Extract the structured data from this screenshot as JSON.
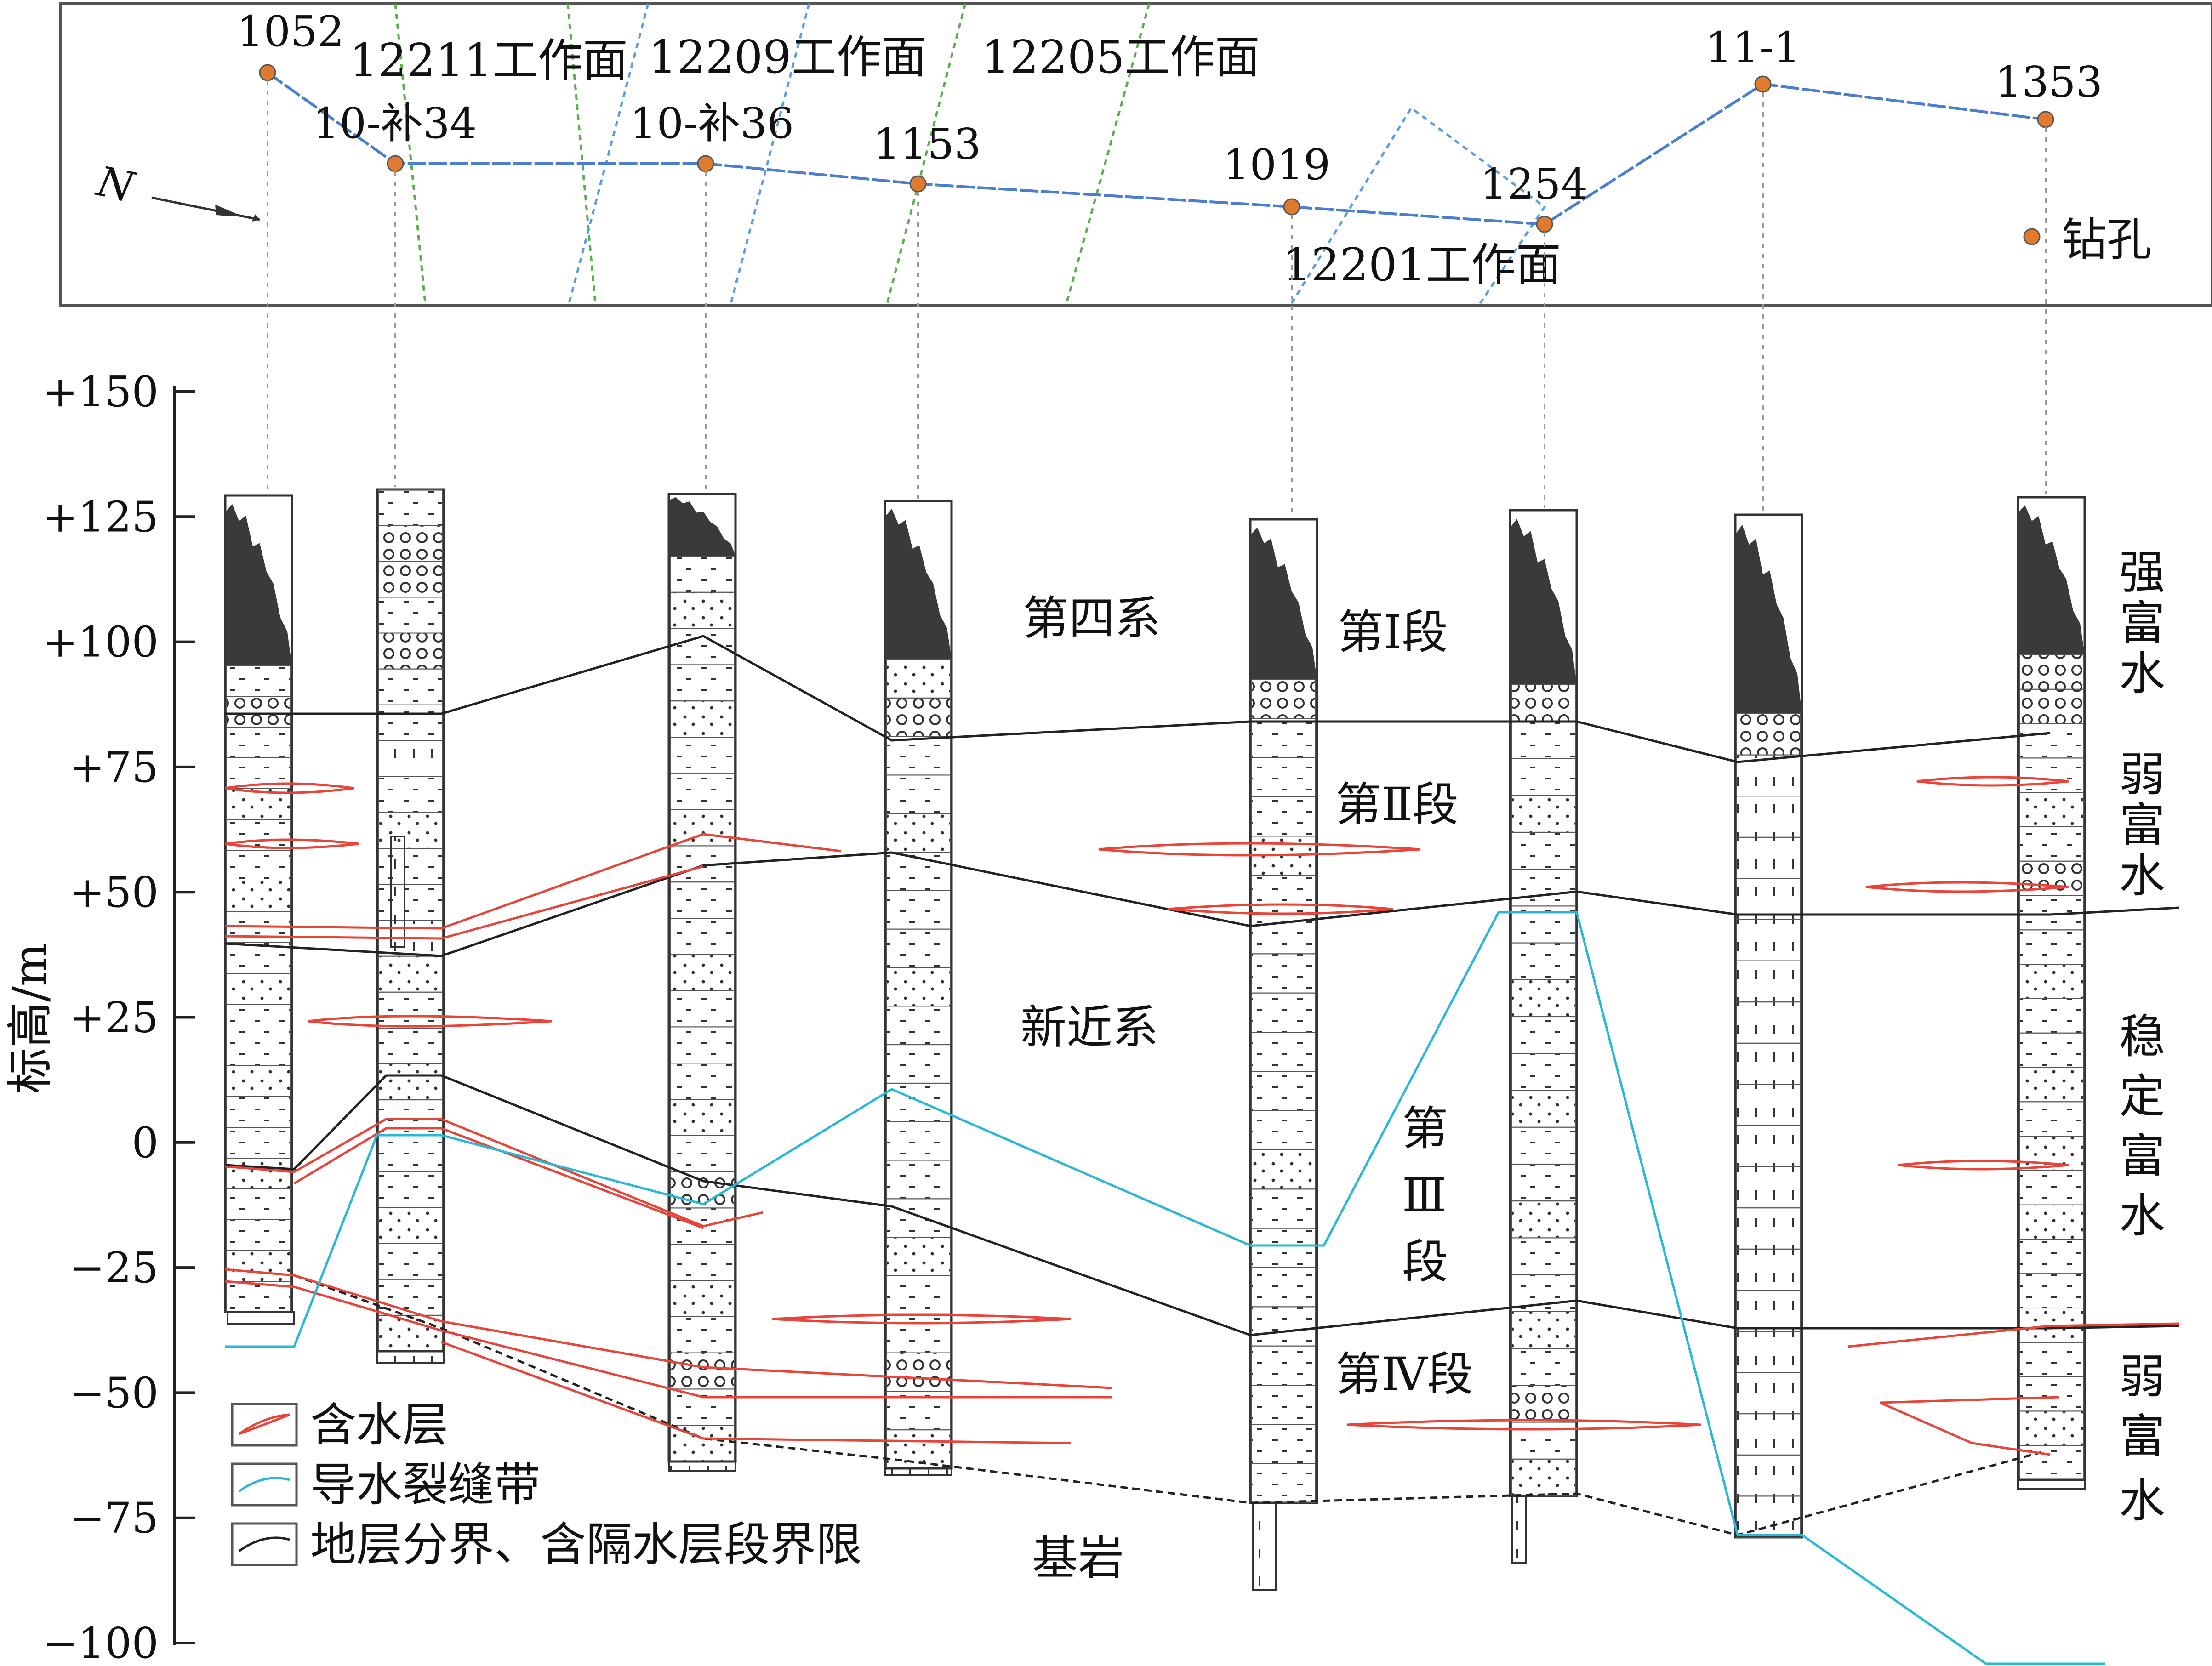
{
  "plan_view": {
    "north_label": "N",
    "boreholes": [
      "1052",
      "10-补34",
      "10-补36",
      "1153",
      "1019",
      "1254",
      "11-1",
      "1353"
    ],
    "working_faces": [
      "12211工作面",
      "12209工作面",
      "12205工作面",
      "12201工作面"
    ],
    "legend_borehole": "钻孔"
  },
  "section": {
    "y_axis_title": "标高/m",
    "y_ticks": [
      "+150",
      "+125",
      "+100",
      "+75",
      "+50",
      "+25",
      "0",
      "−25",
      "−50",
      "−75",
      "−100"
    ],
    "labels": {
      "quaternary": "第四系",
      "neogene": "新近系",
      "bedrock": "基岩",
      "seg1": "第Ⅰ段",
      "seg2": "第Ⅱ段",
      "seg3": [
        "第",
        "Ⅲ",
        "段"
      ],
      "seg4": "第Ⅳ段"
    },
    "water_richness": {
      "strong": [
        "强",
        "富",
        "水"
      ],
      "weak_upper": [
        "弱",
        "富",
        "水"
      ],
      "stable": [
        "稳",
        "定",
        "富",
        "水"
      ],
      "weak_lower": [
        "弱",
        "富",
        "水"
      ]
    }
  },
  "legend": {
    "aquifer": "含水层",
    "fracture_zone": "导水裂缝带",
    "boundary": "地层分界、含隔水层段界限"
  },
  "colors": {
    "aquifer": "#e8443a",
    "fracture_zone": "#29b8d6",
    "boundary": "#222222",
    "borehole_line": "#4a7fd0",
    "borehole_dot": "#e07a2e",
    "face_green": "#58b04a",
    "face_blue": "#5a9ee0"
  }
}
